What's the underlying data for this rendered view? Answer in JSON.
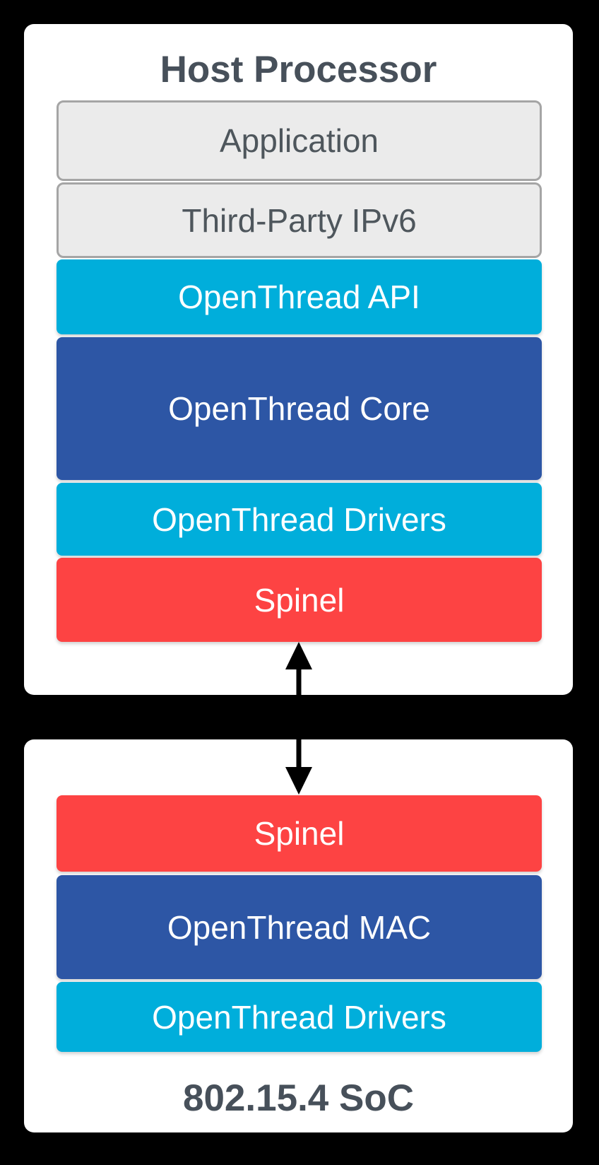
{
  "colors": {
    "background": "#000000",
    "card": "#FFFFFF",
    "gray_fill": "#EBEBEB",
    "gray_border": "#A5A5A5",
    "cyan": "#00AEDB",
    "blue": "#2D56A5",
    "red": "#FD4343",
    "title_text": "#47505A",
    "gray_box_text": "#4E565C",
    "colored_box_text": "#FFFFFF",
    "arrow": "#000000"
  },
  "host_card": {
    "title": "Host Processor",
    "layers": [
      {
        "label": "Application",
        "style": "gray"
      },
      {
        "label": "Third-Party IPv6",
        "style": "gray"
      },
      {
        "label": "OpenThread API",
        "style": "cyan"
      },
      {
        "label": "OpenThread Core",
        "style": "blue"
      },
      {
        "label": "OpenThread Drivers",
        "style": "cyan"
      },
      {
        "label": "Spinel",
        "style": "red"
      }
    ]
  },
  "soc_card": {
    "title": "802.15.4 SoC",
    "layers": [
      {
        "label": "Spinel",
        "style": "red"
      },
      {
        "label": "OpenThread MAC",
        "style": "blue"
      },
      {
        "label": "OpenThread Drivers",
        "style": "cyan"
      }
    ]
  }
}
